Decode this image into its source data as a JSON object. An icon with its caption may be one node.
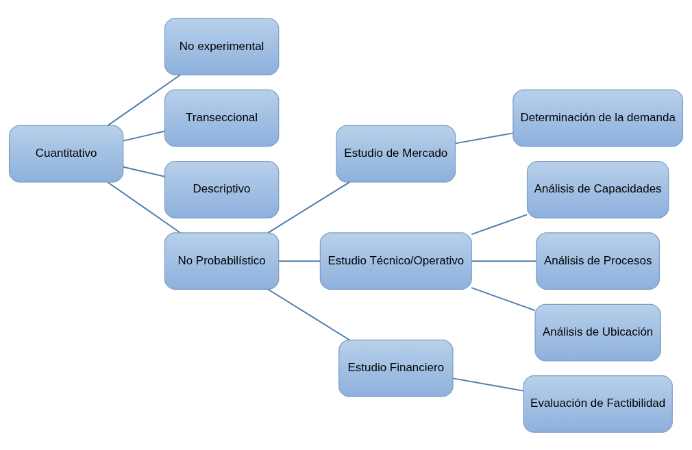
{
  "diagram": {
    "nodes": [
      {
        "text": [
          "Cuantitativo"
        ]
      },
      {
        "text": [
          "No experimental"
        ]
      },
      {
        "text": [
          "Transeccional"
        ]
      },
      {
        "text": [
          "Descriptivo"
        ]
      },
      {
        "text": [
          "No Probabilístico"
        ]
      },
      {
        "text": [
          "Estudio de Mercado"
        ]
      },
      {
        "text": [
          "Determinación de la demanda"
        ]
      },
      {
        "text": [
          "Estudio Técnico/Operativo"
        ]
      },
      {
        "text": [
          "Análisis de Capacidades"
        ]
      },
      {
        "text": [
          "Análisis de Procesos"
        ]
      },
      {
        "text": [
          "Análisis de Ubicación"
        ]
      },
      {
        "text": [
          "Estudio Financiero"
        ]
      },
      {
        "text": [
          "Evaluación de Factibilidad"
        ]
      }
    ],
    "edges": [
      {
        "from": 0,
        "to": 1,
        "arrow": "none"
      },
      {
        "from": 0,
        "to": 2,
        "arrow": "none"
      },
      {
        "from": 0,
        "to": 3,
        "arrow": "none"
      },
      {
        "from": 0,
        "to": 4,
        "arrow": "none"
      },
      {
        "from": 4,
        "to": 5,
        "arrow": "none"
      },
      {
        "from": 4,
        "to": 7,
        "arrow": "none"
      },
      {
        "from": 4,
        "to": 11,
        "arrow": "none"
      },
      {
        "from": 5,
        "to": 6,
        "arrow": "none"
      },
      {
        "from": 7,
        "to": 8,
        "arrow": "none"
      },
      {
        "from": 7,
        "to": 9,
        "arrow": "none"
      },
      {
        "from": 7,
        "to": 10,
        "arrow": "none"
      },
      {
        "from": 11,
        "to": 12,
        "arrow": "none"
      }
    ]
  }
}
